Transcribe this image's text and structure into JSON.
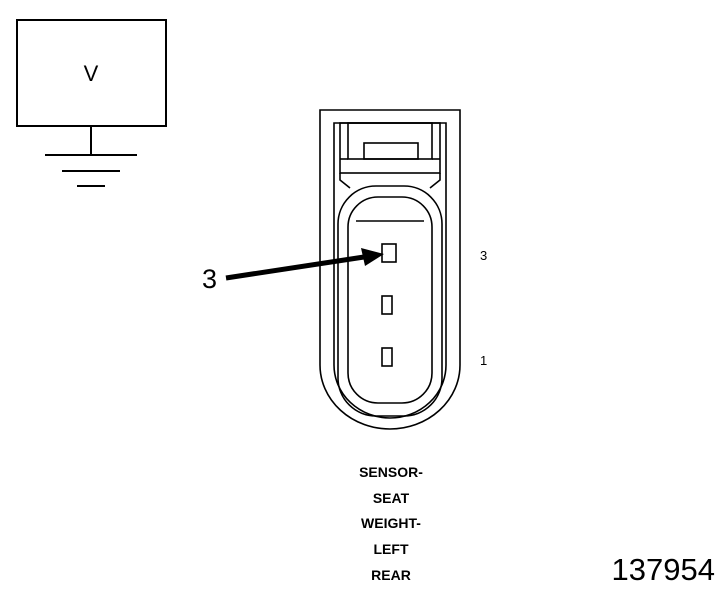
{
  "meter": {
    "symbol": "V",
    "icon": "voltmeter-icon"
  },
  "ground": {
    "icon": "ground-symbol-icon"
  },
  "connector": {
    "icon": "three-pin-connector-icon",
    "pin_labels": [
      "3",
      "1"
    ],
    "callout": "3",
    "caption_lines": [
      "SENSOR-",
      "SEAT",
      "WEIGHT-",
      "LEFT",
      "REAR"
    ]
  },
  "figure_id": "137954"
}
